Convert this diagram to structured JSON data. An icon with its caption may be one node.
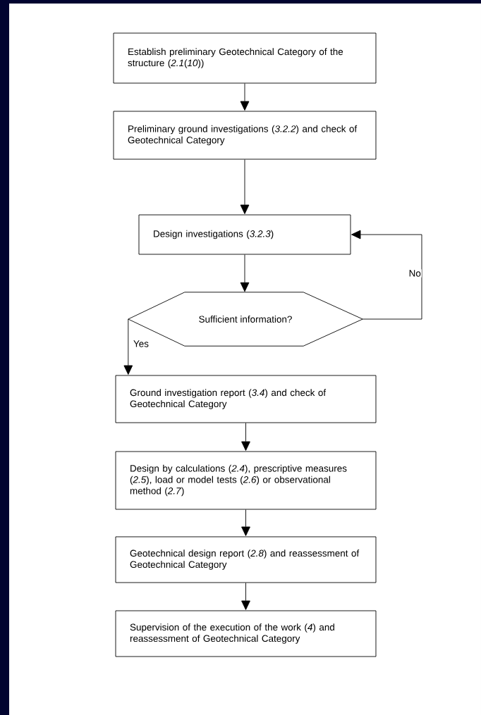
{
  "diagram": {
    "nodes": [
      {
        "text": [
          "Establish preliminary Geotechnical Category of the structure (*2.1*(*10*))"
        ]
      },
      {
        "text": [
          "Preliminary ground investigations (*3.2.2*) and check of Geotechnical Category"
        ]
      },
      {
        "text": [
          "Design investigations (*3.2.3*)"
        ]
      },
      {
        "text": [
          "Sufficient information?"
        ]
      },
      {
        "text": [
          "Ground investigation report (*3.4*) and check of Geotechnical Category"
        ]
      },
      {
        "text": [
          "Design by calculations (*2.4*), prescriptive measures (*2.5*), load or model tests (*2.6*) or observational method (*2.7*)"
        ]
      },
      {
        "text": [
          "Geotechnical design report (*2.8*) and reassessment of Geotechnical Category"
        ]
      },
      {
        "text": [
          "Supervision of the execution of the work (*4*) and reassessment of Geotechnical Category"
        ]
      }
    ],
    "edges": [
      {
        "from": 0,
        "to": 1,
        "arrow": "to"
      },
      {
        "from": 1,
        "to": 2,
        "arrow": "to"
      },
      {
        "from": 2,
        "to": 3,
        "arrow": "to"
      },
      {
        "from": 3,
        "to": 4,
        "arrow": "to",
        "label": "Yes"
      },
      {
        "from": 3,
        "to": 2,
        "arrow": "to",
        "label": "No"
      },
      {
        "from": 4,
        "to": 5,
        "arrow": "to"
      },
      {
        "from": 5,
        "to": 6,
        "arrow": "to"
      },
      {
        "from": 6,
        "to": 7,
        "arrow": "to"
      }
    ]
  }
}
